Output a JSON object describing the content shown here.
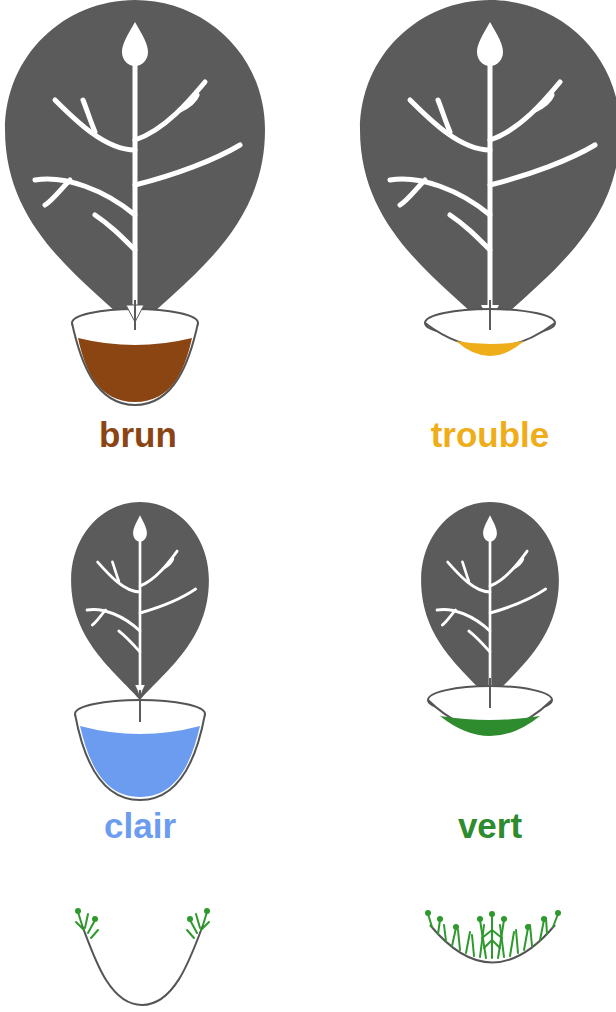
{
  "diagram": {
    "labels": [
      "brun",
      "trouble",
      "clair",
      "vert"
    ]
  }
}
